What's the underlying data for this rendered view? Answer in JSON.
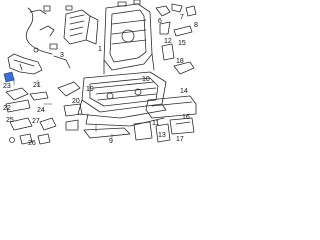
{
  "colors": {
    "line": "#2b2b2b",
    "highlight": "#3a6fd9",
    "background": "#ffffff"
  },
  "callouts": [
    "23",
    "21",
    "19",
    "22",
    "24",
    "25",
    "27",
    "26",
    "9",
    "3",
    "1",
    "6",
    "7",
    "8",
    "12",
    "15",
    "18",
    "10",
    "14",
    "20",
    "11",
    "13",
    "16",
    "17"
  ]
}
